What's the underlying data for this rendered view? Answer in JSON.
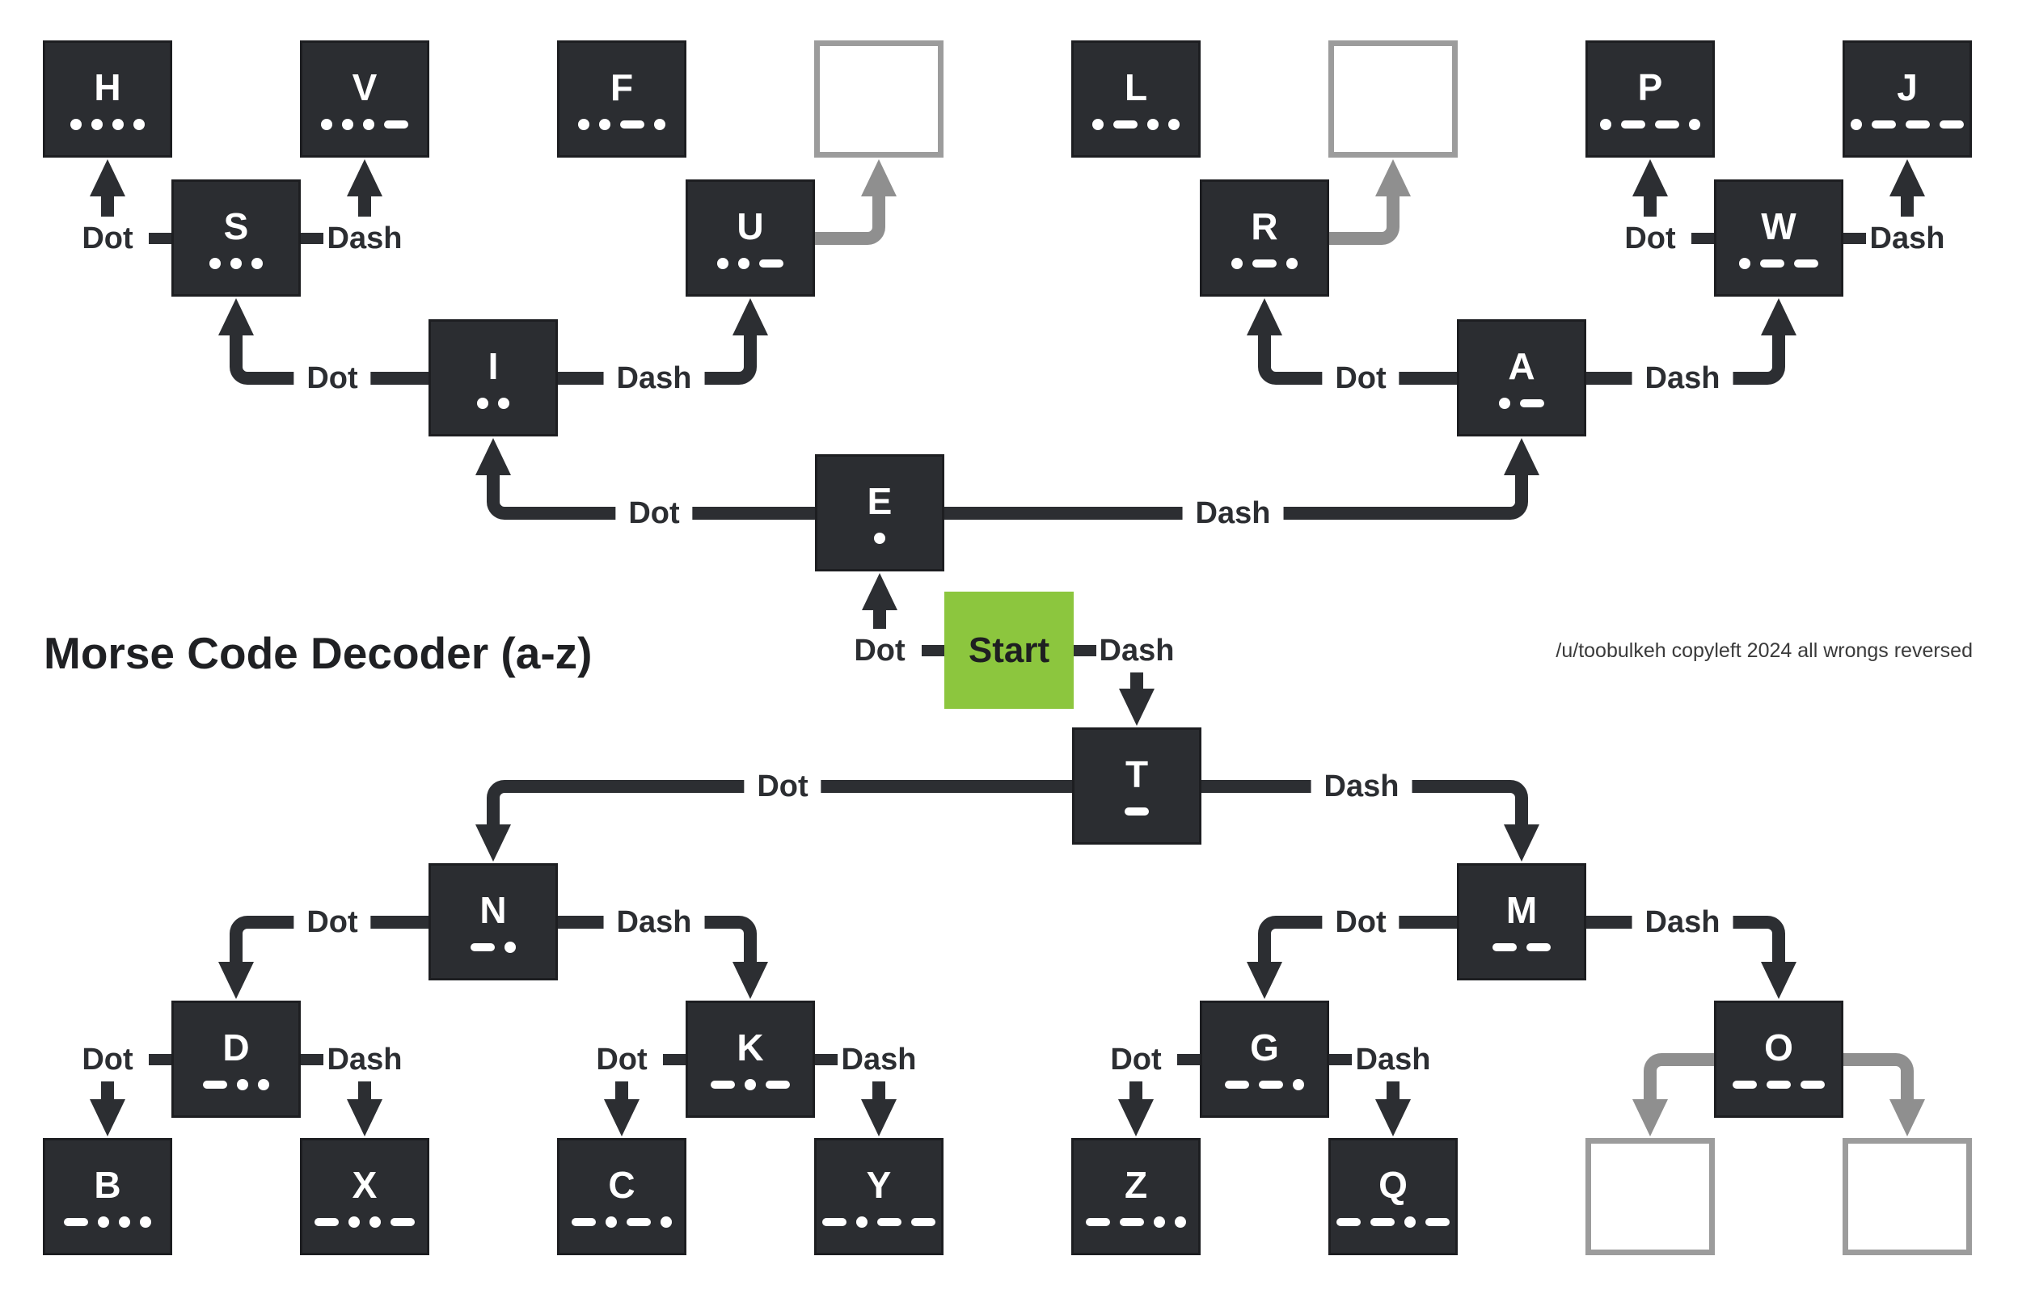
{
  "title": "Morse Code Decoder (a-z)",
  "credit": "/u/toobulkeh copyleft 2024 all wrongs reversed",
  "start_label": "Start",
  "branch_labels": {
    "dot": "Dot",
    "dash": "Dash"
  },
  "colors": {
    "dark": "#2c2e32",
    "node_fill": "#2b2d31",
    "node_border": "#1d1e21",
    "start_green": "#8cc63e",
    "gray_connector": "#8f8f8f",
    "empty_border": "#9c9c9c",
    "background": "#ffffff",
    "morse_symbol": "#ffffff"
  },
  "nodes": [
    {
      "letter": "E",
      "code": "."
    },
    {
      "letter": "I",
      "code": ".."
    },
    {
      "letter": "A",
      "code": ".-"
    },
    {
      "letter": "S",
      "code": "..."
    },
    {
      "letter": "U",
      "code": "..-"
    },
    {
      "letter": "R",
      "code": ".-."
    },
    {
      "letter": "W",
      "code": ".--"
    },
    {
      "letter": "H",
      "code": "...."
    },
    {
      "letter": "V",
      "code": "...-"
    },
    {
      "letter": "F",
      "code": "..-."
    },
    {
      "letter": "L",
      "code": ".-.."
    },
    {
      "letter": "P",
      "code": ".--."
    },
    {
      "letter": "J",
      "code": ".---"
    },
    {
      "letter": "T",
      "code": "-"
    },
    {
      "letter": "N",
      "code": "-."
    },
    {
      "letter": "M",
      "code": "--"
    },
    {
      "letter": "D",
      "code": "-.."
    },
    {
      "letter": "K",
      "code": "-.-"
    },
    {
      "letter": "G",
      "code": "--."
    },
    {
      "letter": "O",
      "code": "---"
    },
    {
      "letter": "B",
      "code": "-..."
    },
    {
      "letter": "X",
      "code": "-..-"
    },
    {
      "letter": "C",
      "code": "-.-."
    },
    {
      "letter": "Y",
      "code": "-.--"
    },
    {
      "letter": "Z",
      "code": "--.."
    },
    {
      "letter": "Q",
      "code": "--.-"
    }
  ],
  "empty_slots": 4
}
